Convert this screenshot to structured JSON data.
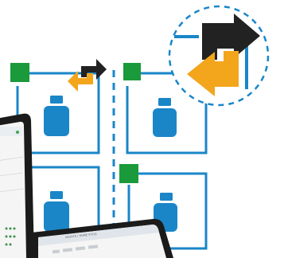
{
  "colors": {
    "background": "#ffffff",
    "frame_line": "#1a86c8",
    "square_green": "#1a9a3a",
    "bottle_blue": "#1a86c8",
    "arrow_black": "#222222",
    "arrow_orange": "#f3a51c",
    "dashed_circle": "#1a86c8",
    "device_bezel": "#1b1b1b",
    "device_screen": "#f5f5f5"
  },
  "icons": {
    "frame": "bordered-square-frame",
    "corner": "green-square-marker",
    "bottle": "container-bottle-icon",
    "swap": "swap-arrows-icon",
    "zoom": "dashed-zoom-circle"
  },
  "laptop_window": {
    "title": "AKUNTE | HOME STYLE"
  }
}
